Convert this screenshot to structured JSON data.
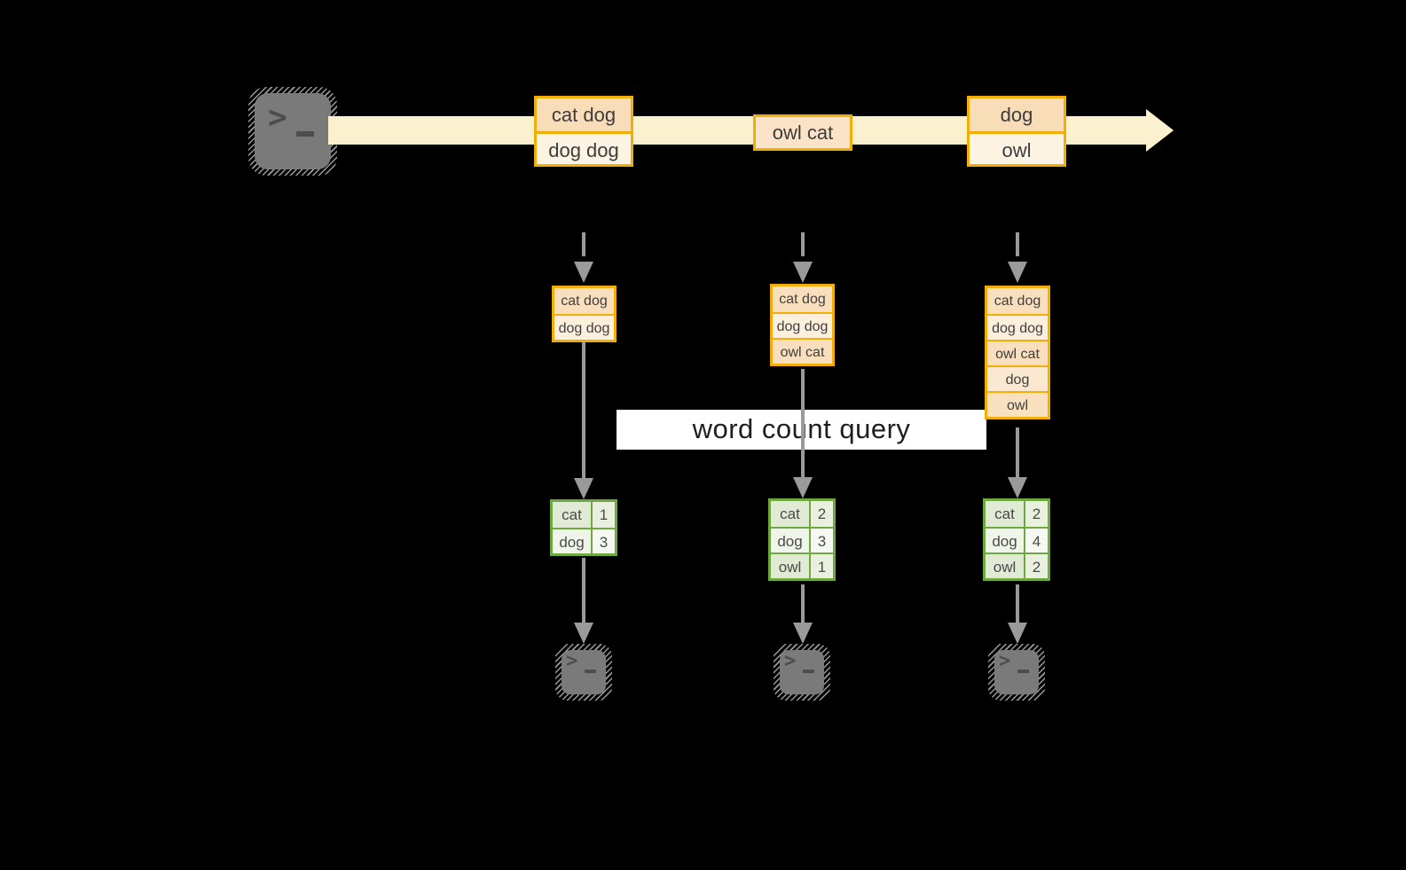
{
  "diagram": {
    "banner": {
      "label": "word count query"
    },
    "icons": {
      "source": "terminal-icon",
      "consumer": "terminal-icon",
      "terminal_glyph": ">"
    },
    "colors": {
      "background": "#000000",
      "stream_band": "#fbf1cf",
      "message_border": "#f2ae08",
      "message_fill_dark": "#f9dcb8",
      "message_fill_light": "#fdf3e3",
      "table_border": "#6fa83f",
      "table_fill_dark": "#e1ead5",
      "table_fill_light": "#f0f5ea",
      "arrow_gray": "#9a9a9a",
      "banner_bg": "#ffffff"
    },
    "stream": {
      "messages": [
        {
          "rows": [
            "cat dog",
            "dog dog"
          ]
        },
        {
          "rows": [
            "owl cat"
          ]
        },
        {
          "rows": [
            "dog",
            "owl"
          ]
        }
      ]
    },
    "columns": [
      {
        "state": [
          "cat dog",
          "dog dog"
        ],
        "counts": [
          {
            "word": "cat",
            "count": "1"
          },
          {
            "word": "dog",
            "count": "3"
          }
        ]
      },
      {
        "state": [
          "cat dog",
          "dog dog",
          "owl cat"
        ],
        "counts": [
          {
            "word": "cat",
            "count": "2"
          },
          {
            "word": "dog",
            "count": "3"
          },
          {
            "word": "owl",
            "count": "1"
          }
        ]
      },
      {
        "state": [
          "cat dog",
          "dog dog",
          "owl cat",
          "dog",
          "owl"
        ],
        "counts": [
          {
            "word": "cat",
            "count": "2"
          },
          {
            "word": "dog",
            "count": "4"
          },
          {
            "word": "owl",
            "count": "2"
          }
        ]
      }
    ]
  }
}
